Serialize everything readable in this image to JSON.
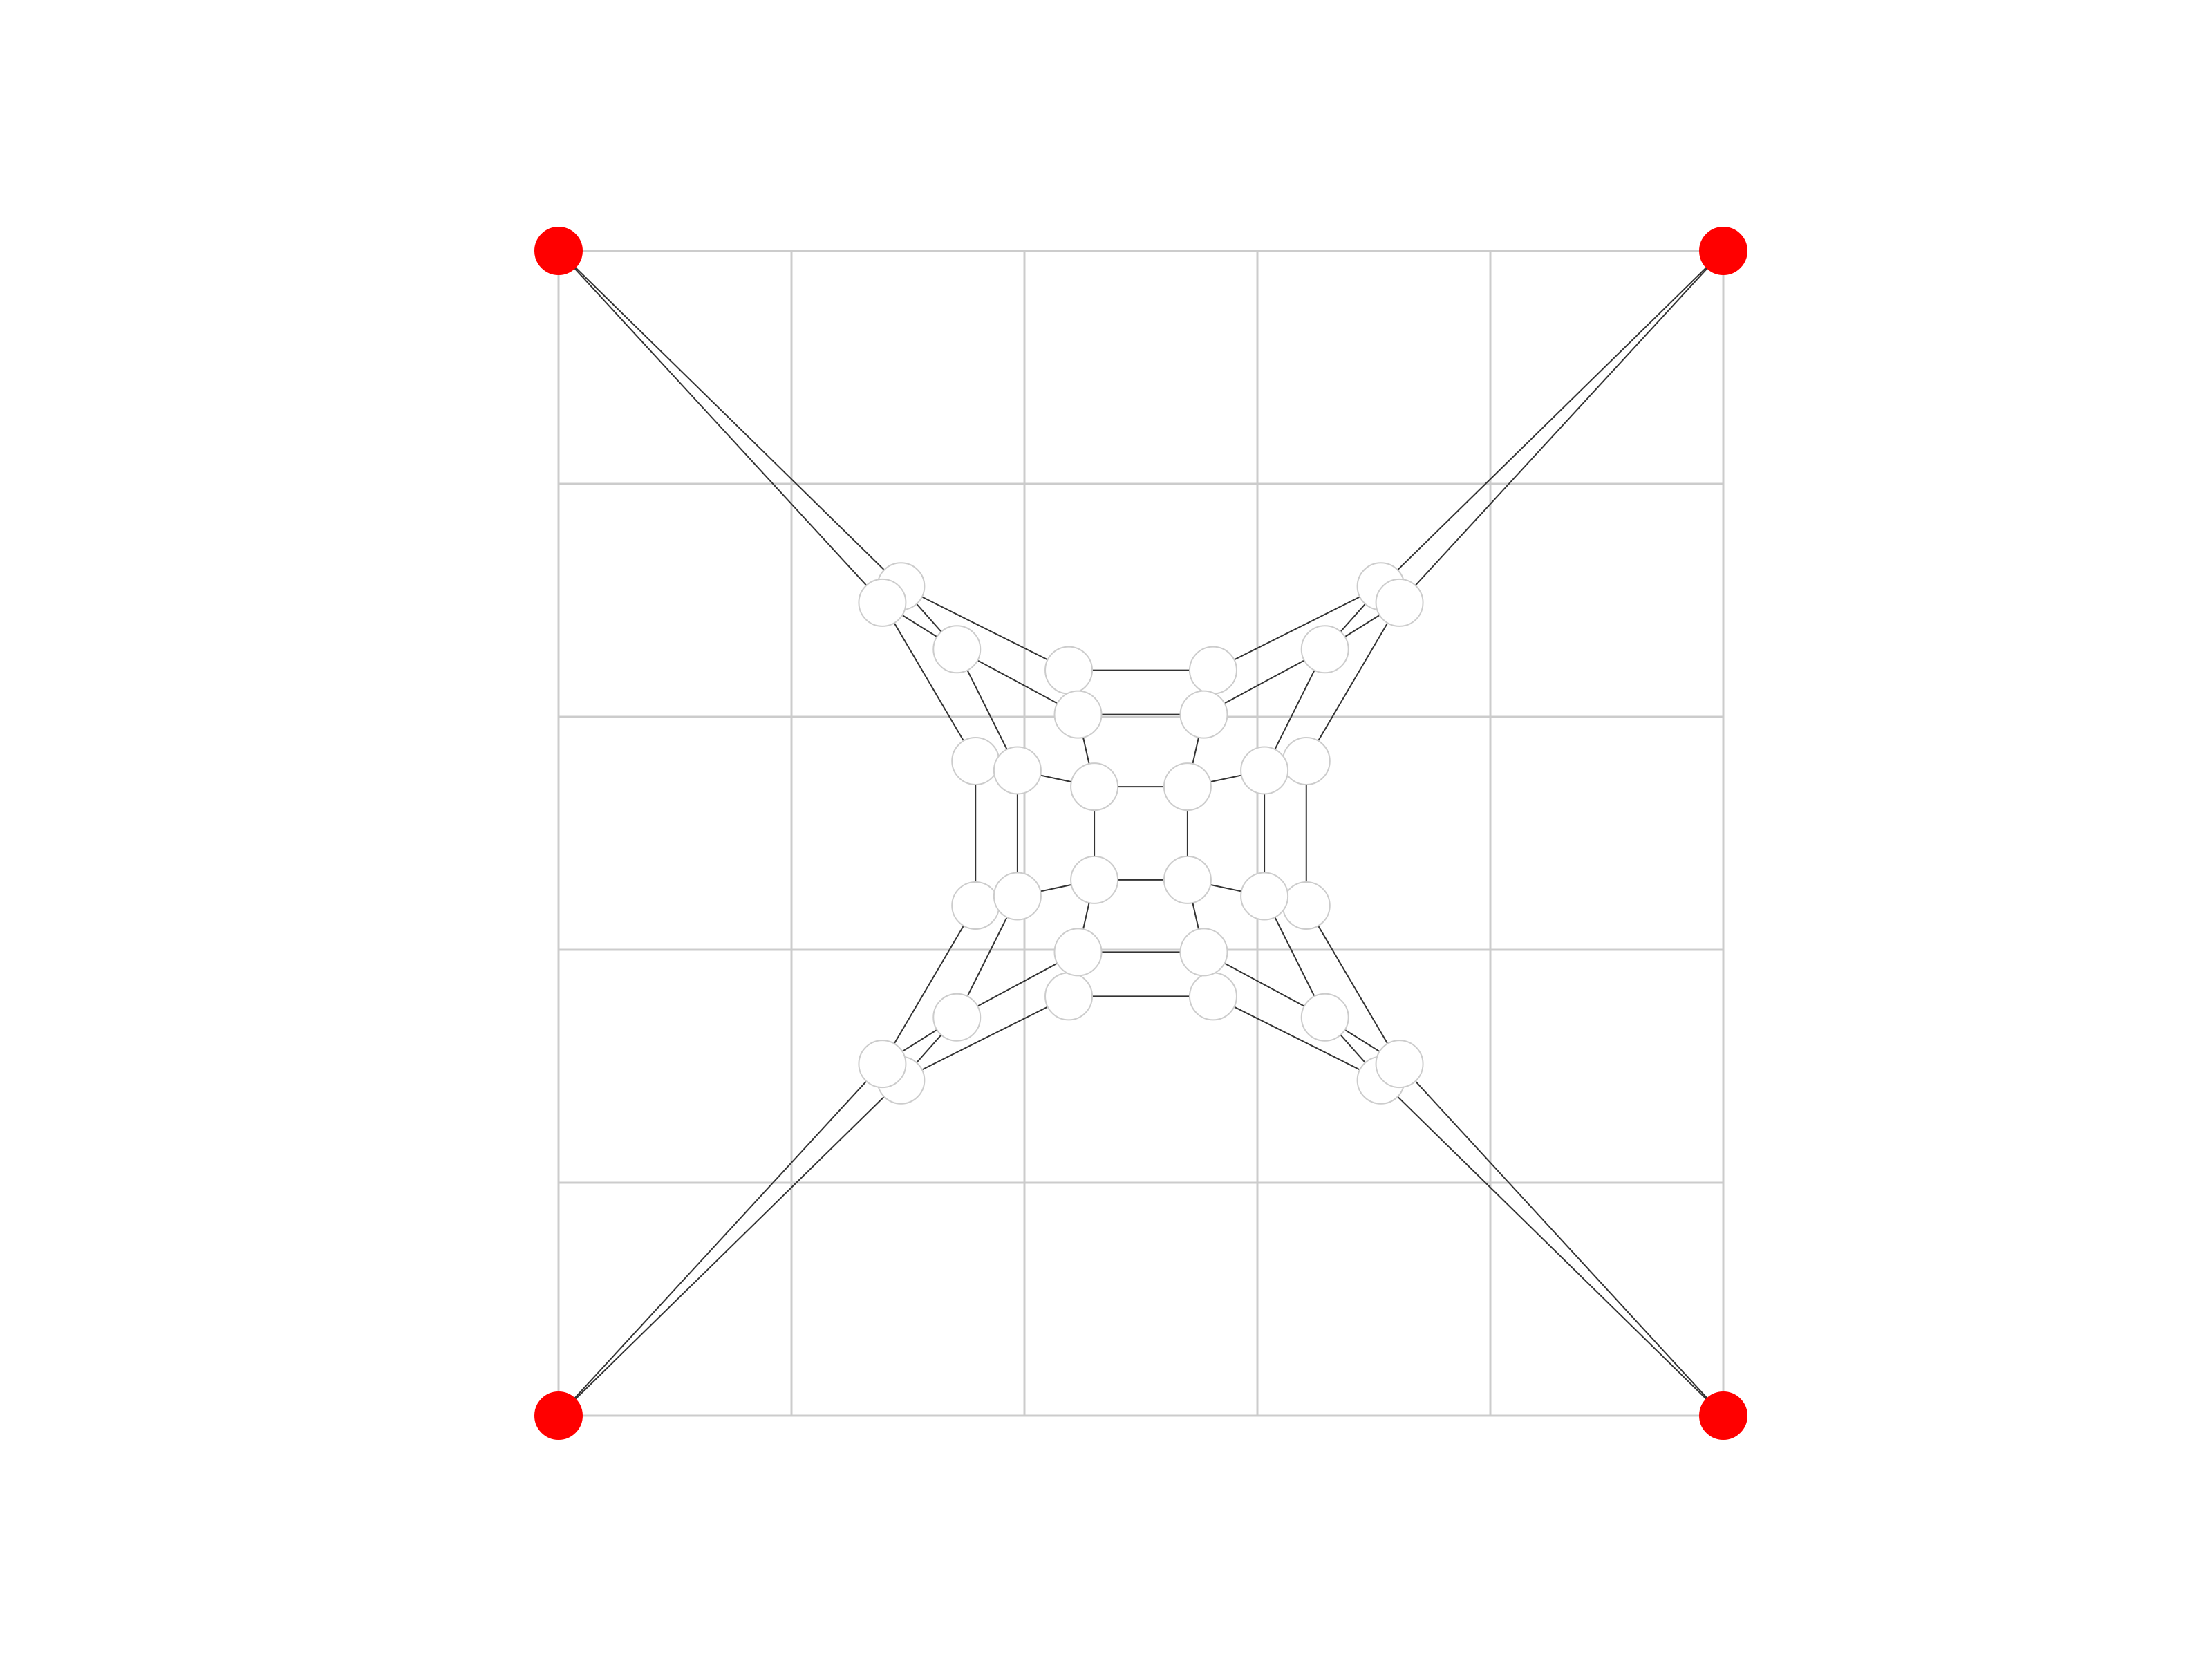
{
  "diagram": {
    "type": "graph",
    "grid": {
      "visible": true,
      "cells": 5,
      "color": "#cccccc"
    },
    "colors": {
      "background": "#ffffff",
      "edge": "#333333",
      "node_fill": "#ffffff",
      "node_stroke": "#cccccc",
      "fixed_node_fill": "#ff0000"
    },
    "nodes": [
      {
        "id": "c1",
        "x": 0.0,
        "y": 0.0,
        "fixed": true
      },
      {
        "id": "c2",
        "x": 5.0,
        "y": 0.0,
        "fixed": true
      },
      {
        "id": "c3",
        "x": 0.0,
        "y": 5.0,
        "fixed": true
      },
      {
        "id": "c4",
        "x": 5.0,
        "y": 5.0,
        "fixed": true
      },
      {
        "id": "a1",
        "x": 1.47,
        "y": 1.44
      },
      {
        "id": "a2",
        "x": 1.39,
        "y": 1.51
      },
      {
        "id": "a3",
        "x": 1.71,
        "y": 1.71
      },
      {
        "id": "b1",
        "x": 2.19,
        "y": 1.8
      },
      {
        "id": "b2",
        "x": 2.23,
        "y": 1.99
      },
      {
        "id": "d1",
        "x": 1.79,
        "y": 2.19
      },
      {
        "id": "d2",
        "x": 1.97,
        "y": 2.23
      },
      {
        "id": "e1",
        "x": 2.3,
        "y": 2.3
      },
      {
        "id": "a4",
        "x": 3.53,
        "y": 1.44
      },
      {
        "id": "a5",
        "x": 3.61,
        "y": 1.51
      },
      {
        "id": "a6",
        "x": 3.29,
        "y": 1.71
      },
      {
        "id": "b3",
        "x": 2.81,
        "y": 1.8
      },
      {
        "id": "b4",
        "x": 2.77,
        "y": 1.99
      },
      {
        "id": "d3",
        "x": 3.21,
        "y": 2.19
      },
      {
        "id": "d4",
        "x": 3.03,
        "y": 2.23
      },
      {
        "id": "e2",
        "x": 2.7,
        "y": 2.3
      },
      {
        "id": "a7",
        "x": 1.47,
        "y": 3.56
      },
      {
        "id": "a8",
        "x": 1.39,
        "y": 3.49
      },
      {
        "id": "a9",
        "x": 1.71,
        "y": 3.29
      },
      {
        "id": "b5",
        "x": 2.19,
        "y": 3.2
      },
      {
        "id": "b6",
        "x": 2.23,
        "y": 3.01
      },
      {
        "id": "d5",
        "x": 1.79,
        "y": 2.81
      },
      {
        "id": "d6",
        "x": 1.97,
        "y": 2.77
      },
      {
        "id": "e3",
        "x": 2.3,
        "y": 2.7
      },
      {
        "id": "a10",
        "x": 3.53,
        "y": 3.56
      },
      {
        "id": "a11",
        "x": 3.61,
        "y": 3.49
      },
      {
        "id": "a12",
        "x": 3.29,
        "y": 3.29
      },
      {
        "id": "b7",
        "x": 2.81,
        "y": 3.2
      },
      {
        "id": "b8",
        "x": 2.77,
        "y": 3.01
      },
      {
        "id": "d7",
        "x": 3.21,
        "y": 2.81
      },
      {
        "id": "d8",
        "x": 3.03,
        "y": 2.77
      },
      {
        "id": "e4",
        "x": 2.7,
        "y": 2.7
      }
    ],
    "edges": [
      [
        "c1",
        "a1"
      ],
      [
        "c1",
        "a2"
      ],
      [
        "c2",
        "a4"
      ],
      [
        "c2",
        "a5"
      ],
      [
        "c3",
        "a7"
      ],
      [
        "c3",
        "a8"
      ],
      [
        "c4",
        "a10"
      ],
      [
        "c4",
        "a11"
      ],
      [
        "a1",
        "a3"
      ],
      [
        "a2",
        "a3"
      ],
      [
        "a1",
        "b1"
      ],
      [
        "a3",
        "b2"
      ],
      [
        "a2",
        "d1"
      ],
      [
        "a3",
        "d2"
      ],
      [
        "b1",
        "b3"
      ],
      [
        "b2",
        "b4"
      ],
      [
        "b2",
        "e1"
      ],
      [
        "d2",
        "e1"
      ],
      [
        "d1",
        "d5"
      ],
      [
        "d2",
        "d6"
      ],
      [
        "a4",
        "a6"
      ],
      [
        "a5",
        "a6"
      ],
      [
        "a4",
        "b3"
      ],
      [
        "a6",
        "b4"
      ],
      [
        "a5",
        "d3"
      ],
      [
        "a6",
        "d4"
      ],
      [
        "b4",
        "e2"
      ],
      [
        "d4",
        "e2"
      ],
      [
        "d3",
        "d7"
      ],
      [
        "d4",
        "d8"
      ],
      [
        "a7",
        "a9"
      ],
      [
        "a8",
        "a9"
      ],
      [
        "a7",
        "b5"
      ],
      [
        "a9",
        "b6"
      ],
      [
        "a8",
        "d5"
      ],
      [
        "a9",
        "d6"
      ],
      [
        "b5",
        "b7"
      ],
      [
        "b6",
        "b8"
      ],
      [
        "b6",
        "e3"
      ],
      [
        "d6",
        "e3"
      ],
      [
        "a10",
        "a12"
      ],
      [
        "a11",
        "a12"
      ],
      [
        "a10",
        "b7"
      ],
      [
        "a12",
        "b8"
      ],
      [
        "a11",
        "d7"
      ],
      [
        "a12",
        "d8"
      ],
      [
        "b8",
        "e4"
      ],
      [
        "d8",
        "e4"
      ],
      [
        "e1",
        "e2"
      ],
      [
        "e1",
        "e3"
      ],
      [
        "e2",
        "e4"
      ],
      [
        "e3",
        "e4"
      ]
    ]
  }
}
